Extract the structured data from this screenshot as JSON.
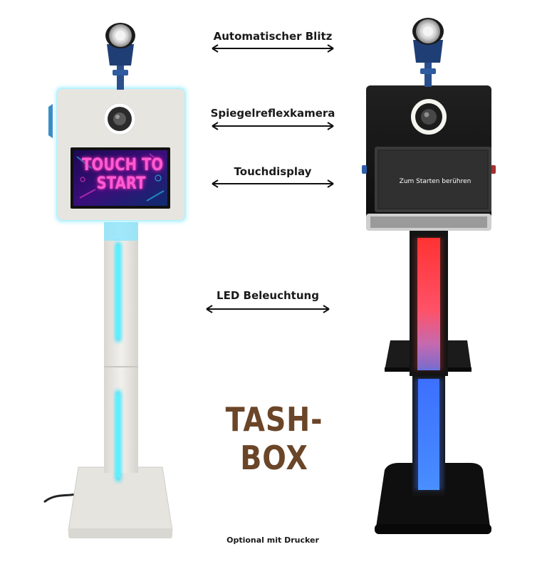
{
  "labels": {
    "flash": "Automatischer Blitz",
    "camera": "Spiegelreflexkamera",
    "display": "Touchdisplay",
    "led": "LED Beleuchtung"
  },
  "brand": {
    "name": "TASH-BOX",
    "color": "#6b4528"
  },
  "footnote": "Optional mit Drucker",
  "screens": {
    "left_screen_text": "TOUCH TO START",
    "right_screen_text": "Zum Starten berühren"
  },
  "colors": {
    "led_cyan": "#28e0ff",
    "led_red": "#ff3b3b",
    "led_blue": "#3a7bff",
    "booth_white": "#e8e6e1",
    "booth_black": "#121212"
  }
}
